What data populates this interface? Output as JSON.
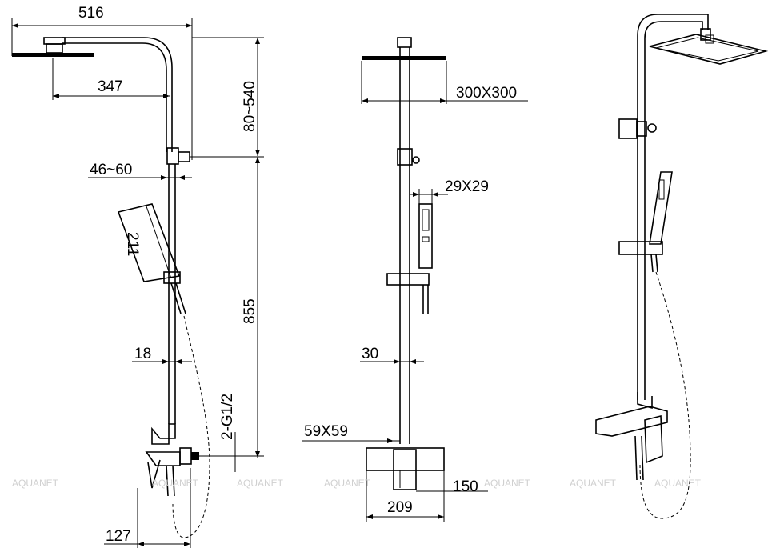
{
  "dimensions": {
    "overall_width": "516",
    "arm_reach": "347",
    "height_adjust": "80~540",
    "bracket_spacing": "46~60",
    "handshower_length": "211",
    "bar_height": "855",
    "pipe_diameter": "18",
    "thread": "2-G1/2",
    "wall_offset": "127",
    "head_size": "300X300",
    "handshower_section": "29X29",
    "riser_section": "30",
    "mixer_section": "59X59",
    "mixer_depth": "150",
    "mixer_width": "209"
  },
  "watermark": {
    "text": "AQUANET"
  }
}
